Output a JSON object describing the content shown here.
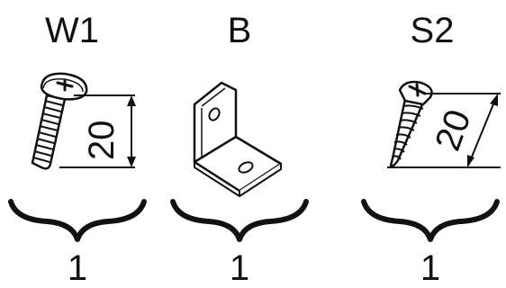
{
  "parts": [
    {
      "code": "W1",
      "quantity": "1",
      "dimension": "20",
      "type": "screw-machine"
    },
    {
      "code": "B",
      "quantity": "1",
      "dimension": "",
      "type": "l-bracket"
    },
    {
      "code": "S2",
      "quantity": "1",
      "dimension": "20",
      "type": "screw-wood"
    }
  ],
  "colors": {
    "ink": "#111111",
    "paper": "#ffffff",
    "shade": "#d8d8d8"
  }
}
